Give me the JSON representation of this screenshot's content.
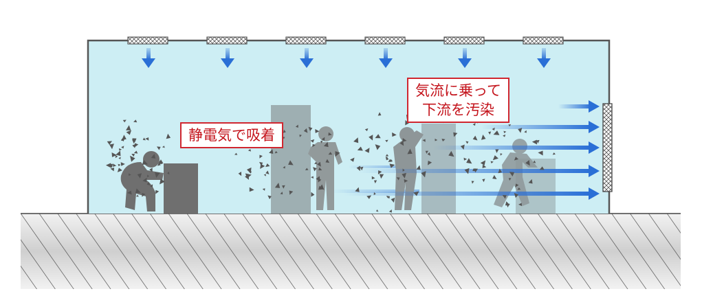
{
  "labels": {
    "static_adsorption": "静電気で吸着",
    "airflow_line1": "気流に乗って",
    "airflow_line2": "下流を汚染"
  },
  "colors": {
    "room_fill": "#cdeef4",
    "wall": "#555555",
    "arrow_blue": "#2a6fd6",
    "silhouette": "#6f6f6f",
    "callout_border": "#d0262f",
    "callout_text": "#c4141c",
    "floor_hatch": "#444444"
  },
  "icons": {
    "ceiling_filter": "hepa-filter-icon",
    "exhaust_filter": "exhaust-filter-icon",
    "worker": "person-silhouette-icon",
    "particle": "dust-particle-icon"
  }
}
